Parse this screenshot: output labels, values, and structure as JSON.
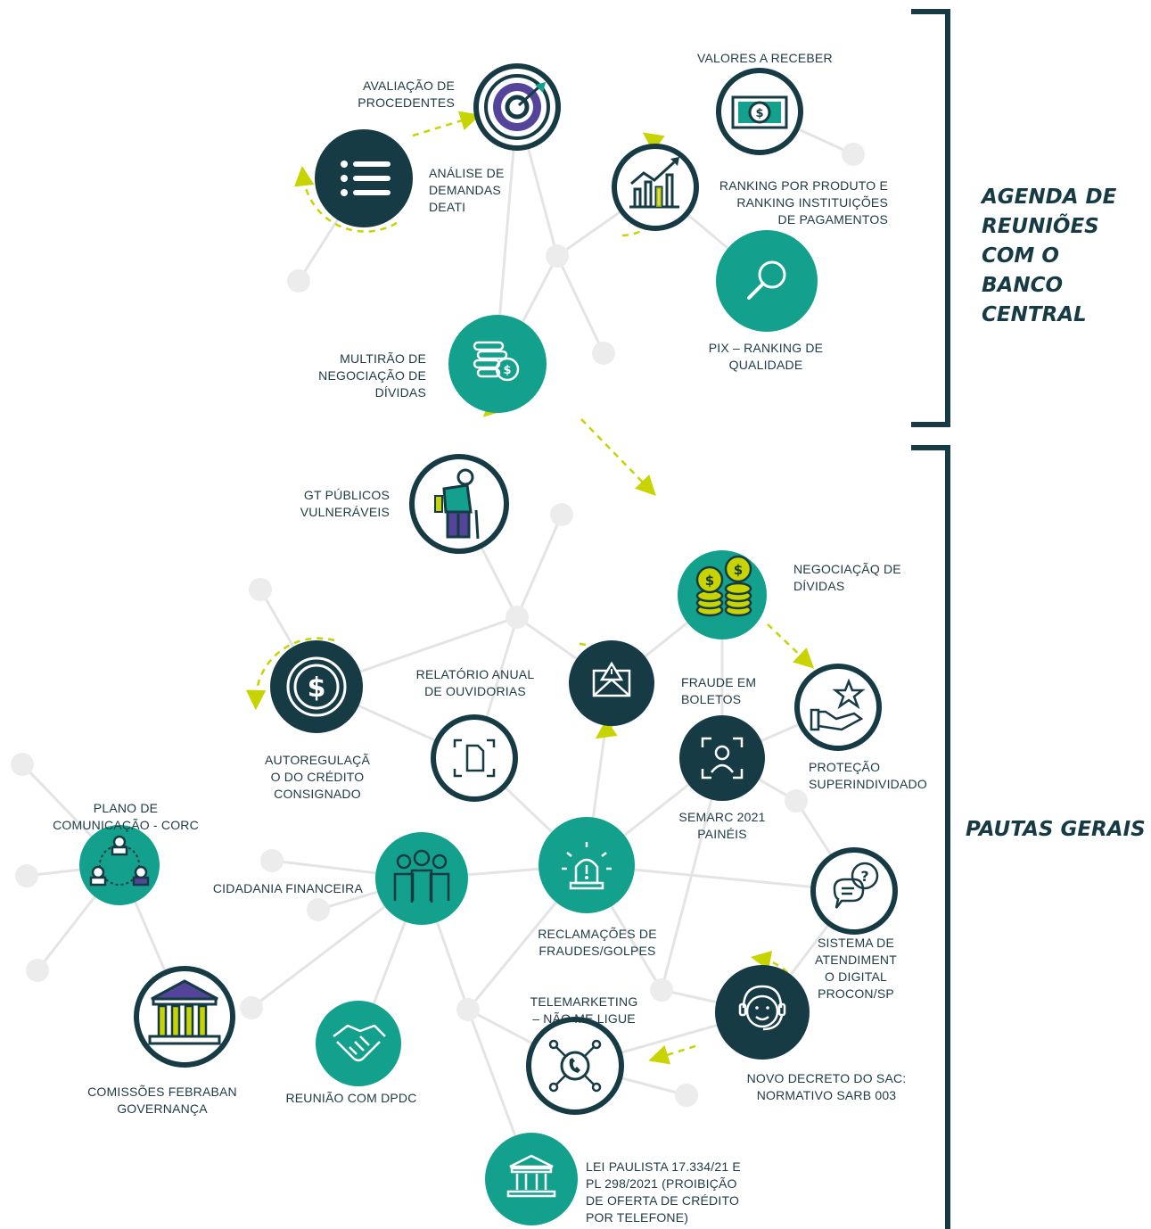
{
  "colors": {
    "teal": "#13a08d",
    "dark": "#163b45",
    "accent": "#c7d400",
    "purple": "#54449a",
    "node_gray": "#ececec",
    "line_gray": "#e4e4e4",
    "text": "#1e3a44"
  },
  "sections": {
    "agenda": "AGENDA DE\nREUNIÕES\nCOM O\nBANCO\nCENTRAL",
    "pautas": "PAUTAS GERAIS"
  },
  "topics": {
    "avaliacao": "AVALIAÇÃO DE\nPROCEDENTES",
    "valores": "VALORES A RECEBER",
    "analise": "ANÁLISE DE\nDEMANDAS\nDEATI",
    "ranking": "RANKING POR PRODUTO E\nRANKING INSTITUIÇÕES\nDE PAGAMENTOS",
    "pix": "PIX – RANKING DE\nQUALIDADE",
    "multirao": "MULTIRÃO DE\nNEGOCIAÇÃO DE\nDÍVIDAS",
    "gt": "GT PÚBLICOS\nVULNERÁVEIS",
    "negociacao": "NEGOCIAÇÃQ DE\nDÍVIDAS",
    "relatorio": "RELATÓRIO ANUAL\nDE OUVIDORIAS",
    "fraude_boletos": "FRAUDE EM\nBOLETOS",
    "autorregulacao": "AUTOREGULAÇÃ\nO DO CRÉDITO\nCONSIGNADO",
    "protecao": "PROTEÇÃO\nSUPERINDIVIDADO",
    "plano": "PLANO DE\nCOMUNICAÇÃO - CORC",
    "semarc": "SEMARC 2021\nPAINÉIS",
    "cidadania": "CIDADANIA FINANCEIRA",
    "reclamacoes": "RECLAMAÇÕES DE\nFRAUDES/GOLPES",
    "sistema": "SISTEMA DE\nATENDIMENT\nO DIGITAL\nPROCON/SP",
    "telemarketing": "TELEMARKETING\n– NÃO ME LIGUE",
    "comissoes": "COMISSÕES FEBRABAN\nGOVERNANÇA",
    "reuniao": "REUNIÃO COM DPDC",
    "novo_decreto": "NOVO DECRETO DO SAC:\nNORMATIVO SARB 003",
    "lei_paulista": "LEI PAULISTA 17.334/21 E\nPL 298/2021 (PROIBIÇÃO\nDE OFERTA DE CRÉDITO\nPOR TELEFONE)"
  },
  "icons": {
    "avaliacao": "target-icon",
    "valores": "banknote-icon",
    "analise": "list-icon",
    "ranking": "bar-chart-icon",
    "pix": "magnifier-icon",
    "multirao": "coins-icon",
    "gt": "elderly-person-icon",
    "negociacao": "coin-stacks-icon",
    "relatorio": "document-scan-icon",
    "fraude_boletos": "warning-envelope-icon",
    "autorregulacao": "dollar-coin-icon",
    "protecao": "hand-star-icon",
    "plano": "team-network-icon",
    "semarc": "face-scan-icon",
    "cidadania": "group-people-icon",
    "reclamacoes": "siren-icon",
    "sistema": "chat-question-icon",
    "telemarketing": "phone-network-icon",
    "comissoes": "institution-icon",
    "reuniao": "handshake-icon",
    "novo_decreto": "headset-agent-icon",
    "lei_paulista": "bank-building-icon"
  }
}
